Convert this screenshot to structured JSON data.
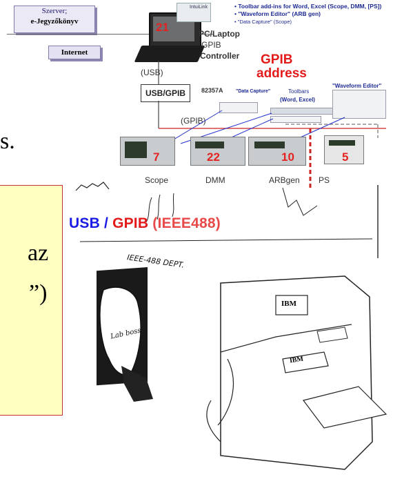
{
  "server": {
    "line1": "Szerver;",
    "line2": "e-Jegyzőkönyv"
  },
  "internet": "Internet",
  "intuilink": "IntuiLink",
  "bullets": [
    "• Toolbar add-ins for Word, Excel (Scope, DMM, [PS])",
    "• \"Waveform Editor\" (ARB gen)",
    "• \"Data Capture\" (Scope)"
  ],
  "laptop": {
    "number": "21",
    "line1": "PC/Laptop",
    "line2": "GPIB",
    "line3": "Controller"
  },
  "gpib_address": {
    "line1": "GPIB",
    "line2": "address"
  },
  "usb_label": "(USB)",
  "usb_gpib": "USB/GPIB",
  "adapter_model": "82357A",
  "gpib_label": "(GPIB)",
  "tools": {
    "data_capture": "\"Data Capture\"",
    "toolbars": "Toolbars",
    "toolbars_sub": "(Word, Excel)",
    "waveform_editor": "\"Waveform Editor\""
  },
  "instruments": [
    {
      "number": "7",
      "label": "Scope"
    },
    {
      "number": "22",
      "label": "DMM"
    },
    {
      "number": "10",
      "label": "ARBgen"
    },
    {
      "number": "5",
      "label": "PS"
    }
  ],
  "fragments": {
    "s": "s.",
    "az": "az",
    "quote_paren": "”)"
  },
  "title": {
    "usb": "USB",
    "slash": " / ",
    "gpib": "GPIB",
    "ieee": " (IEEE488)"
  },
  "cartoon": {
    "dept": "IEEE-488 DEPT.",
    "ibm1": "IBM",
    "ibm2": "IBM",
    "sign": "Lab boss"
  },
  "colors": {
    "accent_red": "#e31a1a",
    "accent_blue": "#1a1ae6",
    "box_fill": "#ffffc2"
  }
}
